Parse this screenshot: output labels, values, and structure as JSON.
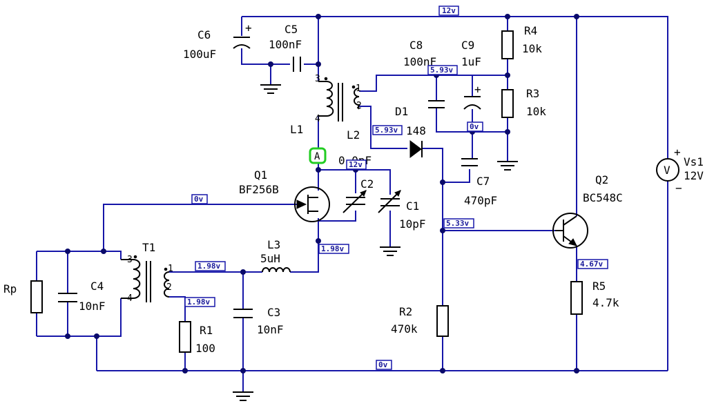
{
  "components": {
    "C6": {
      "name": "C6",
      "value": "100uF"
    },
    "C5": {
      "name": "C5",
      "value": "100nF"
    },
    "C8": {
      "name": "C8",
      "value": "100nF"
    },
    "C9": {
      "name": "C9",
      "value": "1uF"
    },
    "R4": {
      "name": "R4",
      "value": "10k"
    },
    "R3": {
      "name": "R3",
      "value": "10k"
    },
    "L1": {
      "name": "L1"
    },
    "L2": {
      "name": "L2"
    },
    "D1": {
      "name": "D1",
      "value": "148"
    },
    "Q1": {
      "name": "Q1",
      "value": "BF256B"
    },
    "C2": {
      "name": "C2",
      "value": "0.0pF"
    },
    "C1": {
      "name": "C1",
      "value": "10pF"
    },
    "C7": {
      "name": "C7",
      "value": "470pF"
    },
    "Q2": {
      "name": "Q2",
      "value": "BC548C"
    },
    "Vs1": {
      "name": "Vs1",
      "value": "12V",
      "symbol": "V",
      "plus": "+",
      "minus": "−"
    },
    "T1": {
      "name": "T1"
    },
    "L3": {
      "name": "L3",
      "value": "5uH"
    },
    "Rp": {
      "name": "Rp"
    },
    "C4": {
      "name": "C4",
      "value": "10nF"
    },
    "R1": {
      "name": "R1",
      "value": "100"
    },
    "C3": {
      "name": "C3",
      "value": "10nF"
    },
    "R2": {
      "name": "R2",
      "value": "470k"
    },
    "R5": {
      "name": "R5",
      "value": "4.7k"
    }
  },
  "pins": {
    "l1_top": "3",
    "l1_bot": "4",
    "l2_top": "1",
    "l2_bot": "2",
    "t1_p_top": "3",
    "t1_p_bot": "4",
    "t1_s_top": "1",
    "t1_s_bot": "2",
    "c6_plus": "+",
    "c9_plus": "+"
  },
  "probe": {
    "label": "A",
    "color": "#22cc22"
  },
  "voltages": {
    "top_rail": "12v",
    "l2_out": "5.93v",
    "l2_pin2": "5.93v",
    "c8c9_bottom": "0v",
    "q1_drain": "12v",
    "q1_gate": "0v",
    "q1_source": "1.98v",
    "t1_sec_top": "1.98v",
    "t1_sec_bot": "1.98v",
    "q2_base": "5.33v",
    "q2_emitter": "4.67v",
    "ground_rail": "0v"
  },
  "colors": {
    "wire": "#1515a8",
    "voltage_text": "#1a1a9a",
    "probe": "#22cc22"
  }
}
